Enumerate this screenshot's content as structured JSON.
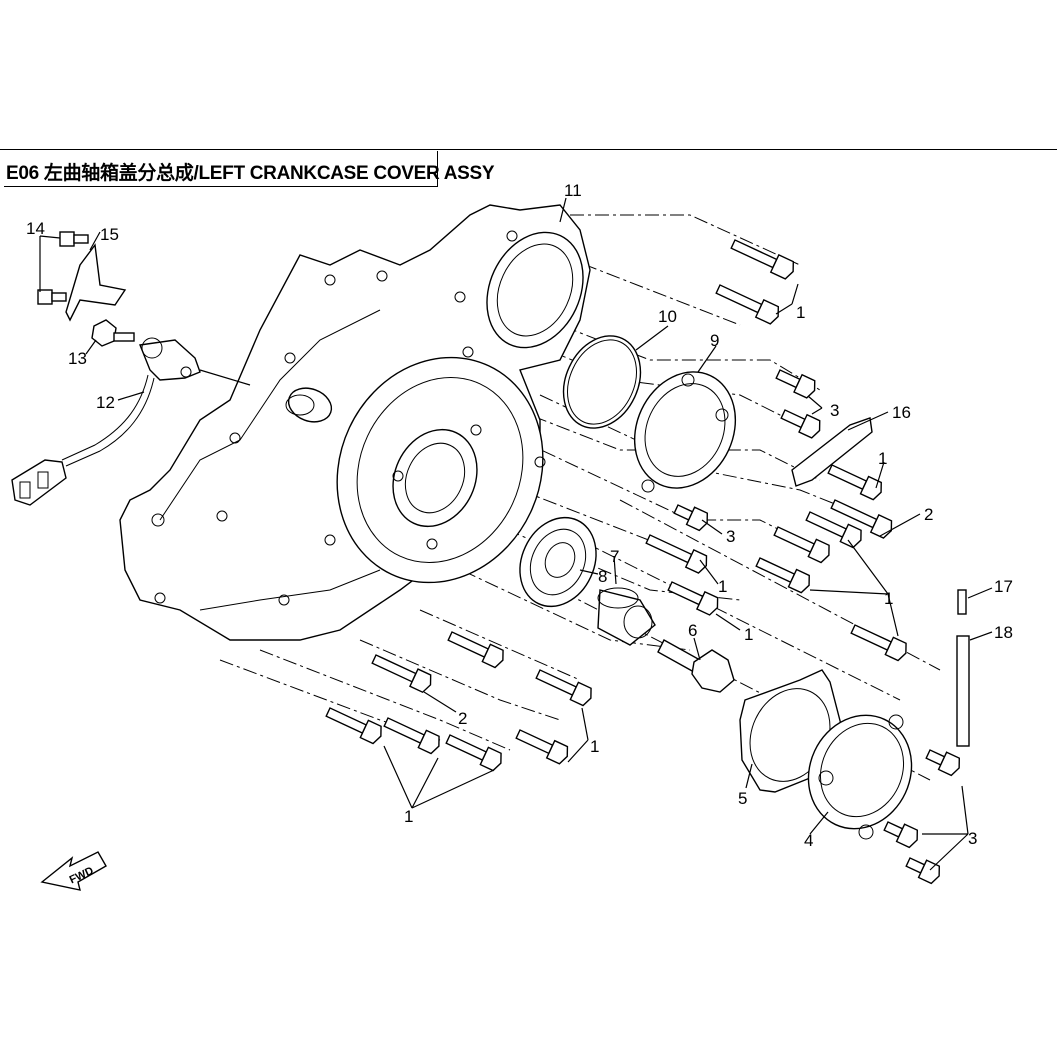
{
  "title": "E06 左曲轴箱盖分总成/LEFT CRANKCASE COVER ASSY",
  "fwd_label": "FWD",
  "callouts": [
    {
      "id": "c1a",
      "text": "1"
    },
    {
      "id": "c1b",
      "text": "1"
    },
    {
      "id": "c1c",
      "text": "1"
    },
    {
      "id": "c1d",
      "text": "1"
    },
    {
      "id": "c1e",
      "text": "1"
    },
    {
      "id": "c1f",
      "text": "1"
    },
    {
      "id": "c1g",
      "text": "1"
    },
    {
      "id": "c2a",
      "text": "2"
    },
    {
      "id": "c2b",
      "text": "2"
    },
    {
      "id": "c3a",
      "text": "3"
    },
    {
      "id": "c3b",
      "text": "3"
    },
    {
      "id": "c3c",
      "text": "3"
    },
    {
      "id": "c4",
      "text": "4"
    },
    {
      "id": "c5",
      "text": "5"
    },
    {
      "id": "c6",
      "text": "6"
    },
    {
      "id": "c7",
      "text": "7"
    },
    {
      "id": "c8",
      "text": "8"
    },
    {
      "id": "c9",
      "text": "9"
    },
    {
      "id": "c10",
      "text": "10"
    },
    {
      "id": "c11",
      "text": "11"
    },
    {
      "id": "c12",
      "text": "12"
    },
    {
      "id": "c13",
      "text": "13"
    },
    {
      "id": "c14",
      "text": "14"
    },
    {
      "id": "c15",
      "text": "15"
    },
    {
      "id": "c16",
      "text": "16"
    },
    {
      "id": "c17",
      "text": "17"
    },
    {
      "id": "c18",
      "text": "18"
    }
  ]
}
